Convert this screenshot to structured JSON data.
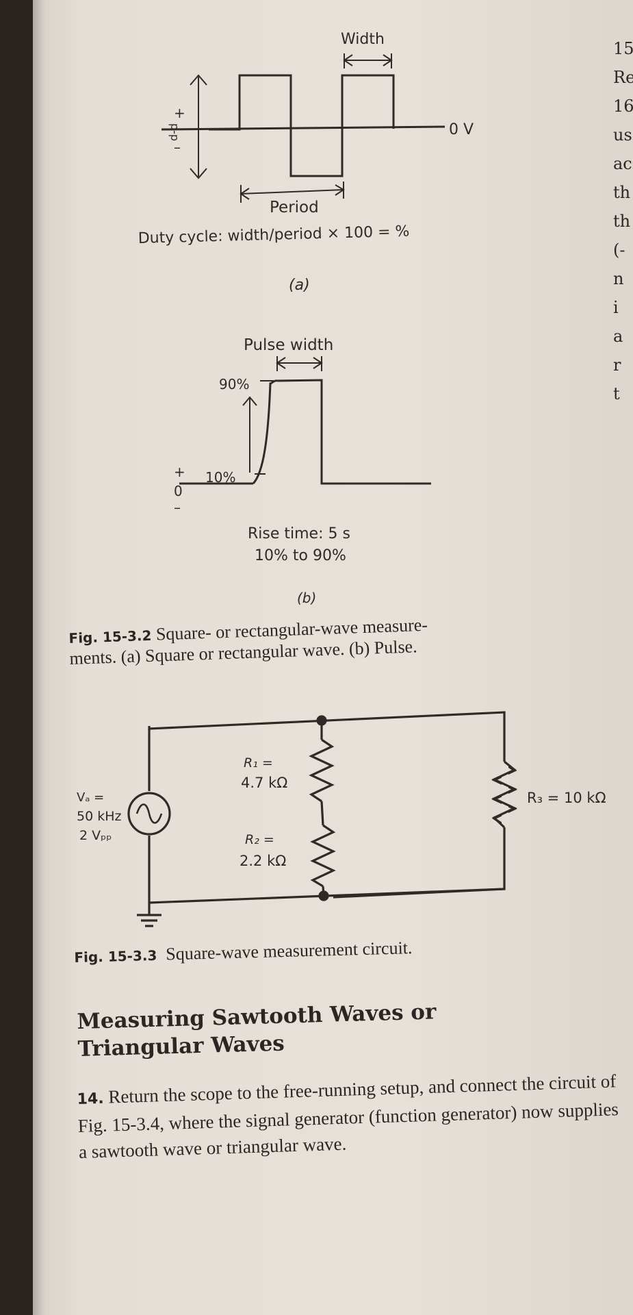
{
  "fig_15_3_2": {
    "panel_a": {
      "width_label": "Width",
      "zero_label": "0 V",
      "pp_label": "p-p",
      "plus": "+",
      "minus": "–",
      "period_label": "Period",
      "duty_formula": "Duty cycle: width/period × 100 = %",
      "sub_label": "(a)"
    },
    "panel_b": {
      "pulse_width_label": "Pulse width",
      "ninety": "90%",
      "ten": "10%",
      "plus": "+",
      "zero": "0",
      "minus": "–",
      "rise_line1": "Rise time: 5 s",
      "rise_line2": "10% to 90%",
      "sub_label": "(b)"
    },
    "caption_num": "Fig. 15-3.2",
    "caption_line1": "Square- or rectangular-wave measure-",
    "caption_line2": "ments. (a) Square or rectangular wave. (b) Pulse."
  },
  "fig_15_3_3": {
    "source_v": "Vₐ =",
    "source_f": "50 kHz",
    "source_pp": "2 Vₚₚ",
    "r1_name": "R₁ =",
    "r1_value": "4.7 kΩ",
    "r2_name": "R₂ =",
    "r2_value": "2.2 kΩ",
    "r3_label": "R₃ = 10 kΩ",
    "caption_num": "Fig. 15-3.3",
    "caption_text": "Square-wave measurement circuit."
  },
  "section": {
    "title_line1": "Measuring Sawtooth Waves or",
    "title_line2": "Triangular Waves"
  },
  "step14": {
    "number": "14.",
    "text": "Return the scope to the free-running setup, and connect the circuit of Fig. 15-3.4, where the signal generator (function generator) now supplies a sawtooth wave or triangular wave."
  },
  "right_column_fragments": [
    "15",
    "Re",
    "16",
    "us",
    "ac",
    "th",
    "th",
    "(-",
    "n",
    "i",
    "a",
    "r",
    "t"
  ]
}
